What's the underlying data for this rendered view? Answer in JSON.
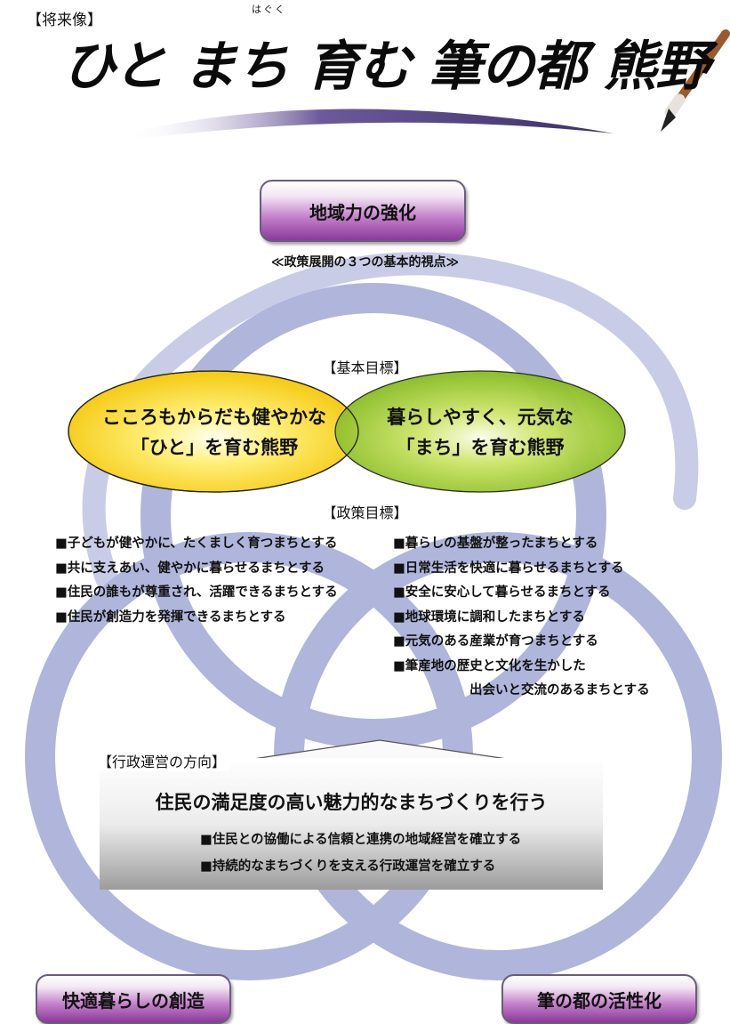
{
  "header": {
    "vision_label": "【将来像】",
    "ruby": "はぐく",
    "title": "ひと まち 育む 筆の都 熊野"
  },
  "perspectives": {
    "top": "地域力の強化",
    "subtitle": "≪政策展開の３つの基本的視点≫",
    "bottom_left": "快適暮らしの創造",
    "bottom_right": "筆の都の活性化"
  },
  "basic_goals": {
    "heading": "【基本目標】",
    "left": {
      "line1": "こころもからだも健やかな",
      "line2": "「ひと」を育む熊野"
    },
    "right": {
      "line1": "暮らしやすく、元気な",
      "line2": "「まち」を育む熊野"
    }
  },
  "policy_goals": {
    "heading": "【政策目標】",
    "left": [
      "■子どもが健やかに、たくましく育つまちとする",
      "■共に支えあい、健やかに暮らせるまちとする",
      "■住民の誰もが尊重され、活躍できるまちとする",
      "■住民が創造力を発揮できるまちとする"
    ],
    "right": [
      "■暮らしの基盤が整ったまちとする",
      "■日常生活を快適に暮らせるまちとする",
      "■安全に安心して暮らせるまちとする",
      "■地球環境に調和したまちとする",
      "■元気のある産業が育つまちとする",
      "■筆産地の歴史と文化を生かした",
      "出会いと交流のあるまちとする"
    ]
  },
  "administration": {
    "heading": "【行政運営の方向】",
    "main": "住民の満足度の高い魅力的なまちづくりを行う",
    "items": [
      "■住民との協働による信頼と連携の地域経営を確立する",
      "■持続的なまちづくりを支える行政運営を確立する"
    ]
  },
  "colors": {
    "ring_blue": "#aab0d8",
    "left_ellipse": "#f5d000",
    "right_ellipse": "#8dc21f",
    "pill_purple": "#8a3a9a"
  }
}
